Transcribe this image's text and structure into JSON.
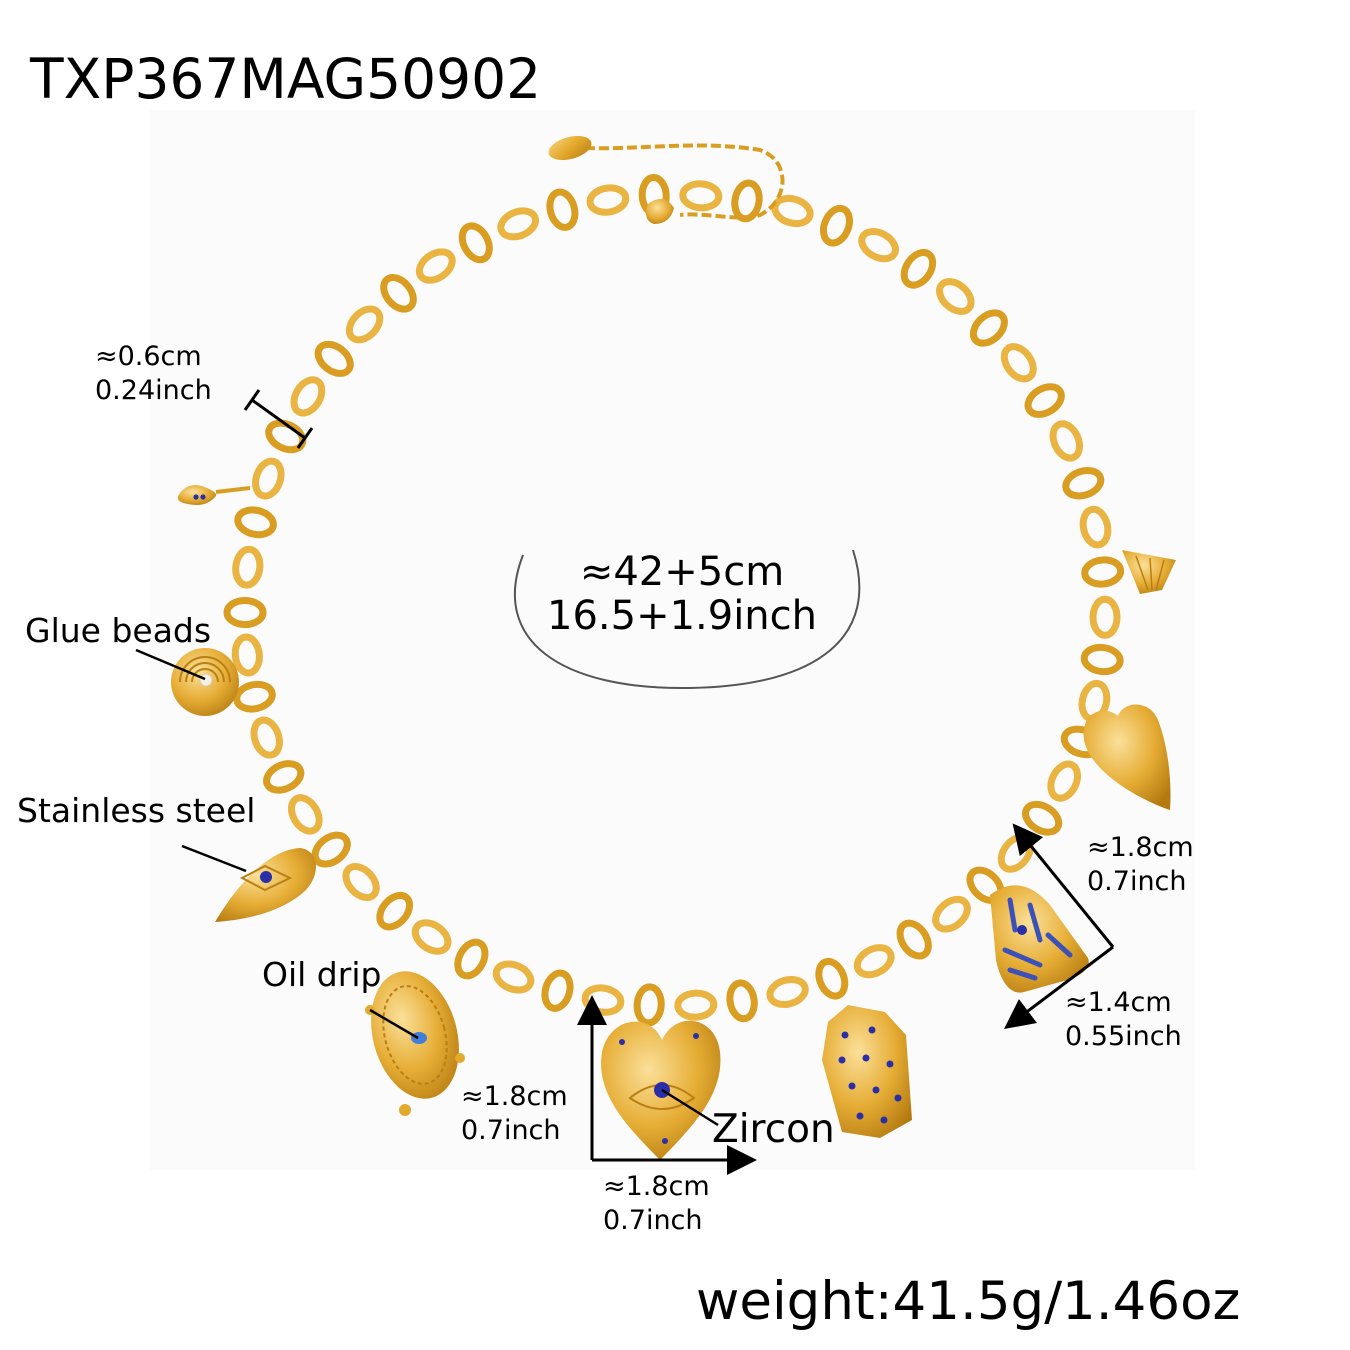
{
  "product": {
    "sku": "TXP367MAG50902",
    "weight": "weight:41.5g/1.46oz"
  },
  "length": {
    "cm": "≈42+5cm",
    "inch": "16.5+1.9inch"
  },
  "link_width": {
    "cm": "≈0.6cm",
    "inch": "0.24inch"
  },
  "material_labels": {
    "glue_beads": "Glue beads",
    "stainless_steel": "Stainless steel",
    "oil_drip": "Oil drip",
    "zircon": "Zircon"
  },
  "heart_charm": {
    "height_cm": "≈1.8cm",
    "height_inch": "0.7inch",
    "width_cm": "≈1.8cm",
    "width_inch": "0.7inch"
  },
  "triangle_charm": {
    "height_cm": "≈1.8cm",
    "height_inch": "0.7inch",
    "width_cm": "≈1.4cm",
    "width_inch": "0.55inch"
  },
  "colors": {
    "gold": "#e3a92c",
    "gold_dark": "#b97f14",
    "gold_light": "#f7d27a",
    "zircon_blue": "#2a2fa8",
    "enamel_blue": "#3b50b8",
    "oil_drip_blue": "#3f7fd6",
    "pearl": "#f6efe3"
  },
  "charms": [
    "fan-shell-drop",
    "swirl-pearl",
    "teardrop-evil-eye",
    "oval-oil-drip",
    "heart-evil-eye-zircon",
    "tag-zircon-stars",
    "triangle-enamel-eye",
    "puffy-heart",
    "fan-shell"
  ]
}
